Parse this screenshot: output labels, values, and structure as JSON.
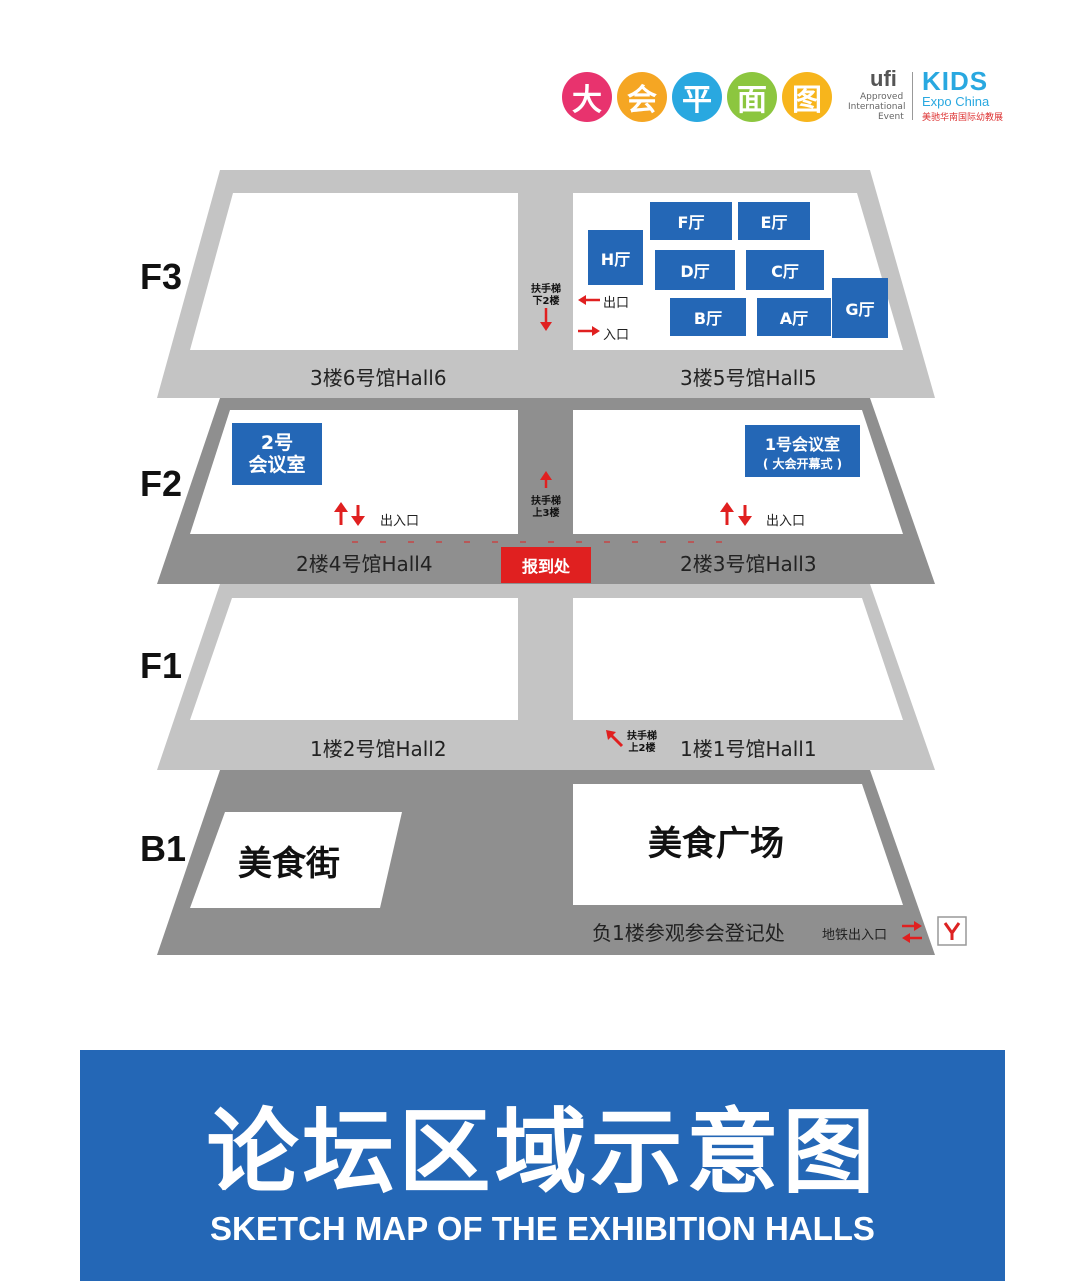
{
  "header": {
    "title_chars": [
      {
        "char": "大",
        "color": "#e8336e"
      },
      {
        "char": "会",
        "color": "#f5a623"
      },
      {
        "char": "平",
        "color": "#29a8e0"
      },
      {
        "char": "面",
        "color": "#8cc63f"
      },
      {
        "char": "图",
        "color": "#f7b51c"
      }
    ],
    "ufi_logo": "ufi",
    "ufi_text": [
      "Approved",
      "International",
      "Event"
    ],
    "kids_logo": "KIDS",
    "expo_china": "Expo China",
    "expo_cn": "美驰华南国际幼教展"
  },
  "floors": {
    "f3": {
      "label": "F3",
      "hall_left": "3楼6号馆Hall6",
      "hall_right": "3楼5号馆Hall5",
      "escalator": "扶手梯\n下2楼",
      "exit": "出口",
      "entrance": "入口",
      "rooms": {
        "h": "H厅",
        "f": "F厅",
        "e": "E厅",
        "d": "D厅",
        "c": "C厅",
        "b": "B厅",
        "a": "A厅",
        "g": "G厅"
      }
    },
    "f2": {
      "label": "F2",
      "hall_left": "2楼4号馆Hall4",
      "hall_right": "2楼3号馆Hall3",
      "room2": "2号\n会议室",
      "room1": "1号会议室",
      "room1_sub": "( 大会开幕式 )",
      "escalator": "扶手梯\n上3楼",
      "exit_left": "出入口",
      "exit_right": "出入口",
      "registration": "报到处"
    },
    "f1": {
      "label": "F1",
      "hall_left": "1楼2号馆Hall2",
      "hall_right": "1楼1号馆Hall1",
      "escalator": "扶手梯\n上2楼"
    },
    "b1": {
      "label": "B1",
      "food_street": "美食街",
      "food_plaza": "美食广场",
      "registration": "负1楼参观参会登记处",
      "metro": "地铁出入口"
    }
  },
  "banner": {
    "title": "论坛区域示意图",
    "subtitle": "SKETCH MAP OF THE EXHIBITION HALLS"
  },
  "colors": {
    "hall_blue": "#2467b6",
    "floor_light": "#c8c8c8",
    "floor_dark": "#8f8f8f",
    "arrow_red": "#e02020",
    "registration_red": "#e02020"
  }
}
